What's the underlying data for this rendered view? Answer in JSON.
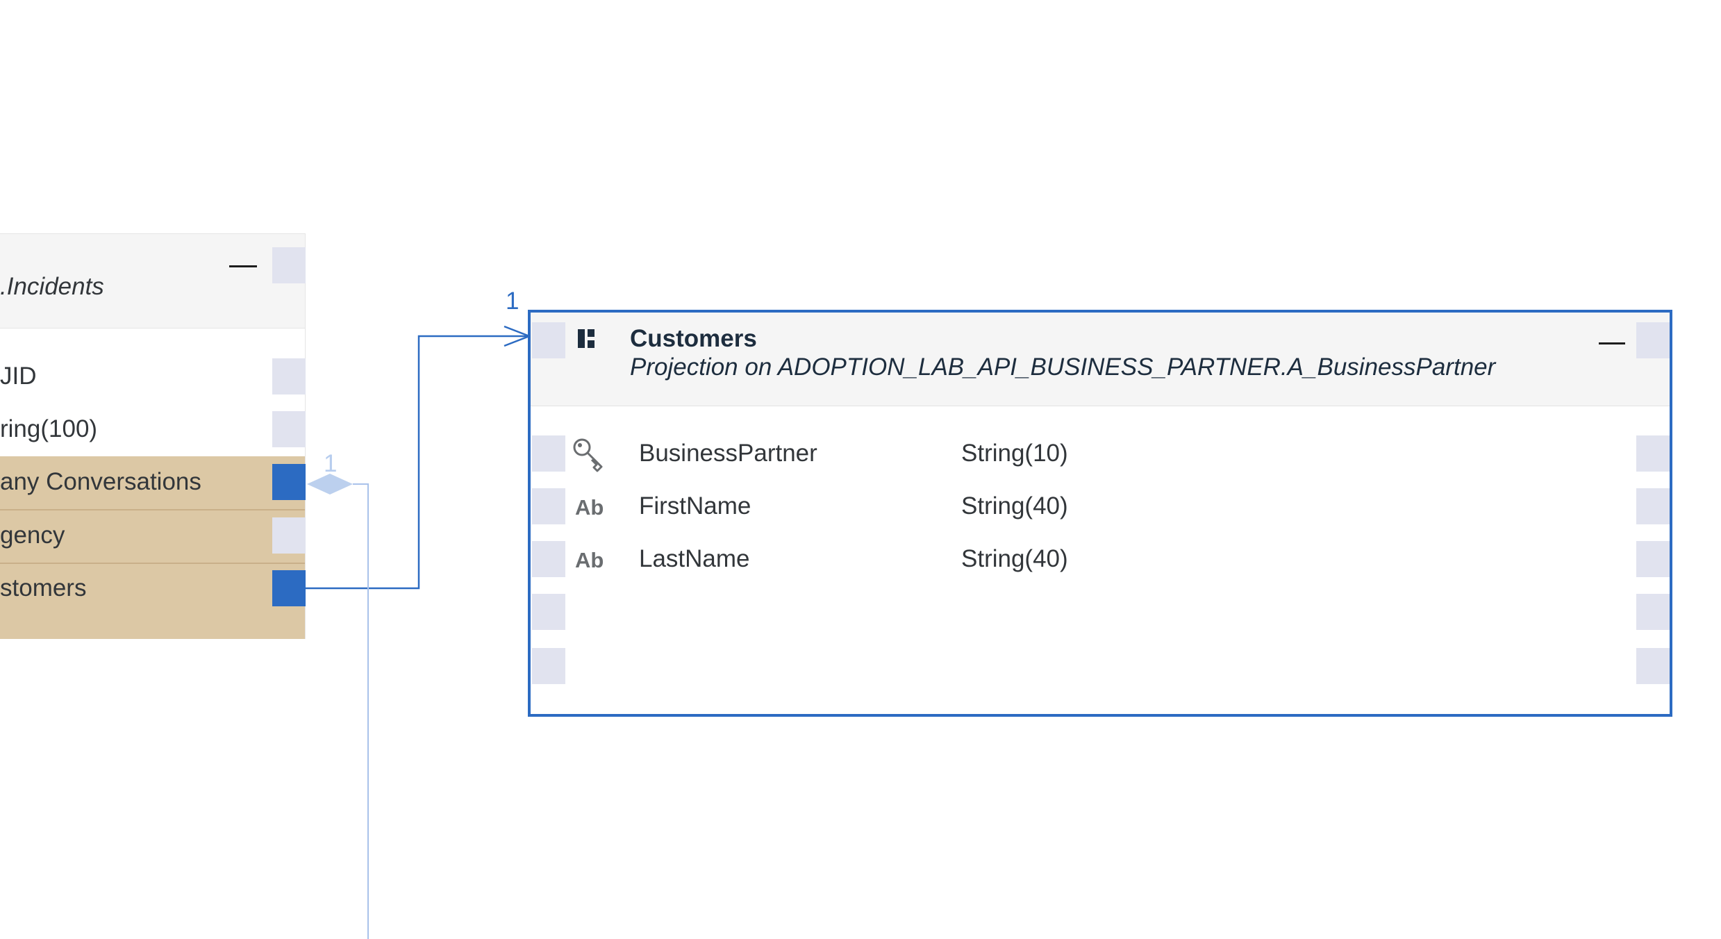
{
  "left_entity": {
    "subtitle": ".Incidents",
    "rows": [
      {
        "text": "JID"
      },
      {
        "text": "ring(100)"
      },
      {
        "text": "any Conversations"
      },
      {
        "text": "gency"
      },
      {
        "text": "stomers"
      }
    ]
  },
  "customers_entity": {
    "title": "Customers",
    "subtitle": "Projection on ADOPTION_LAB_API_BUSINESS_PARTNER.A_BusinessPartner",
    "attributes": [
      {
        "icon": "key-icon",
        "icon_text": "",
        "name": "BusinessPartner",
        "type": "String(10)"
      },
      {
        "icon": "text-type-icon",
        "icon_text": "Ab",
        "name": "FirstName",
        "type": "String(40)"
      },
      {
        "icon": "text-type-icon",
        "icon_text": "Ab",
        "name": "LastName",
        "type": "String(40)"
      }
    ]
  },
  "associations": [
    {
      "from": "stomers",
      "to": "Customers",
      "multiplicity": "1"
    },
    {
      "from": "any Conversations",
      "to": "",
      "multiplicity": "1"
    }
  ],
  "colors": {
    "selection": "#2c6bc2",
    "association_row": "#dcc8a5",
    "port": "#e1e3ef",
    "header_bg": "#f5f5f5"
  }
}
